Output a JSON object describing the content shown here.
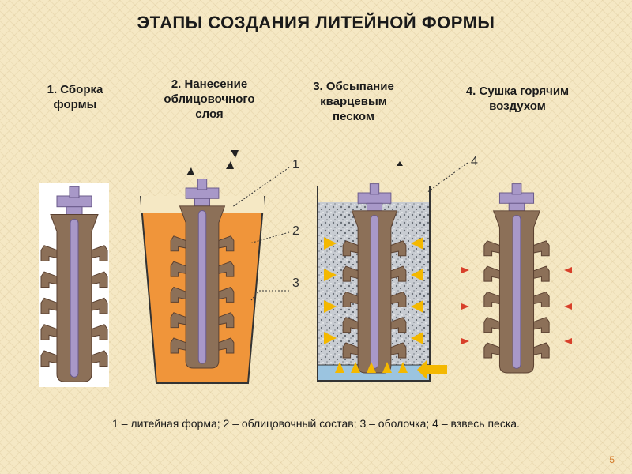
{
  "title": "ЭТАПЫ СОЗДАНИЯ ЛИТЕЙНОЙ ФОРМЫ",
  "steps": [
    {
      "label": "1. Сборка\nформы"
    },
    {
      "label": "2. Нанесение\nоблицовочного\nслоя"
    },
    {
      "label": "3. Обсыпание\nкварцевым\nпеском"
    },
    {
      "label": "4. Сушка горячим\nвоздухом"
    }
  ],
  "callouts": [
    "1",
    "2",
    "3",
    "4"
  ],
  "legend": "1 – литейная форма; 2 – облицовочный состав; 3 – оболочка; 4 – взвесь песка.",
  "page_number": "5",
  "colors": {
    "background": "#f5e8c4",
    "pattern": "#8c7058",
    "sprue": "#a898c8",
    "slurry": "#f0953a",
    "sand": "#9aa0a8",
    "arrows": "#f4b800",
    "hot_air": "#d8402a"
  }
}
